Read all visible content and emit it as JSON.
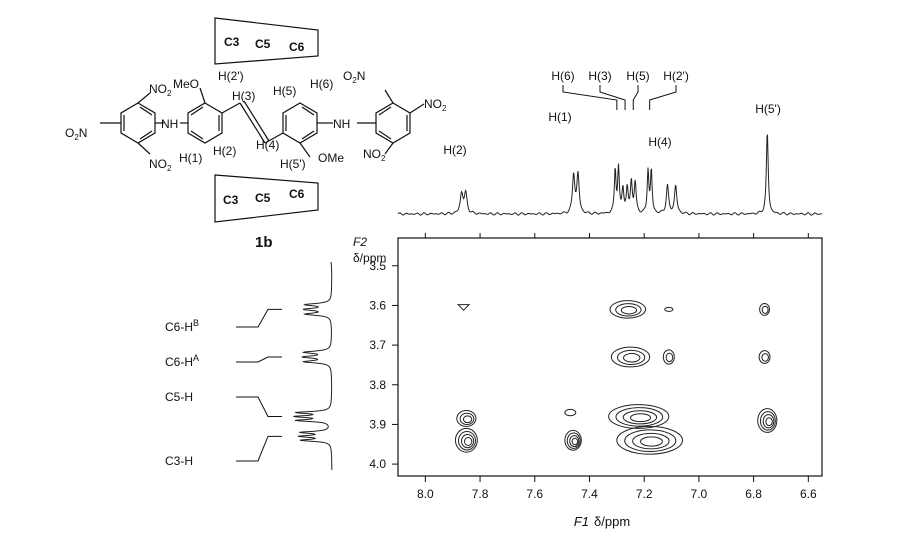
{
  "figure": {
    "compound_label": "1b",
    "chain_labels": {
      "top": [
        "C3",
        "C5",
        "C6"
      ],
      "bottom": [
        "C3",
        "C5",
        "C6"
      ]
    },
    "structure_labels": {
      "no2": "NO",
      "no2_sub": "2",
      "meo": "MeO",
      "ome": "OMe",
      "nh": "NH",
      "h1": "H(1)",
      "h2": "H(2)",
      "h2p": "H(2')",
      "h3": "H(3)",
      "h4": "H(4)",
      "h5": "H(5)",
      "h5p": "H(5')",
      "h6": "H(6)"
    },
    "h1_spectrum_labels": [
      "H(2)",
      "H(1)",
      "H(6)",
      "H(3)",
      "H(5)",
      "H(2')",
      "H(4)",
      "H(5')"
    ],
    "side_labels": {
      "c6hb": "C6-H",
      "c6hb_sup": "B",
      "c6ha": "C6-H",
      "c6ha_sup": "A",
      "c5h": "C5-H",
      "c3h": "C3-H"
    },
    "axis": {
      "x_title_prefix": "F1",
      "x_title_unit": "δ/ppm",
      "y_title_prefix": "F2",
      "y_title_unit": "δ/ppm",
      "x_ticks": [
        "8.0",
        "7.8",
        "7.6",
        "7.4",
        "7.2",
        "7.0",
        "6.8",
        "6.6"
      ],
      "y_ticks": [
        "3.5",
        "3.6",
        "3.7",
        "3.8",
        "3.9",
        "4.0"
      ]
    }
  },
  "chart_data": {
    "type": "contour",
    "x_axis": {
      "label": "F1 δ/ppm",
      "range": [
        8.1,
        6.55
      ],
      "reversed": true,
      "ticks": [
        8.0,
        7.8,
        7.6,
        7.4,
        7.2,
        7.0,
        6.8,
        6.6
      ]
    },
    "y_axis": {
      "label": "F2 δ/ppm",
      "range": [
        3.43,
        4.03
      ],
      "reversed": true,
      "ticks": [
        3.5,
        3.6,
        3.7,
        3.8,
        3.9,
        4.0
      ]
    },
    "h1_peaks_ppm": [
      {
        "label": "H(2)",
        "ppm": 7.86
      },
      {
        "label": "H(1)",
        "ppm": 7.45
      },
      {
        "label": "H(6)",
        "ppm": 7.3
      },
      {
        "label": "H(3)",
        "ppm": 7.27
      },
      {
        "label": "H(5)",
        "ppm": 7.24
      },
      {
        "label": "H(2')",
        "ppm": 7.18
      },
      {
        "label": "H(4)",
        "ppm": 7.1
      },
      {
        "label": "H(5')",
        "ppm": 6.75
      }
    ],
    "side_peaks_ppm": [
      {
        "label": "C6-HB",
        "ppm": 3.61
      },
      {
        "label": "C6-HA",
        "ppm": 3.73
      },
      {
        "label": "C5-H",
        "ppm": 3.88
      },
      {
        "label": "C3-H",
        "ppm": 3.93
      }
    ],
    "cross_peaks": [
      {
        "x": 7.86,
        "y": 3.605,
        "rx": 0.02,
        "ry": 0.007,
        "levels": 1,
        "shape": "triangle"
      },
      {
        "x": 7.85,
        "y": 3.885,
        "rx": 0.035,
        "ry": 0.02,
        "levels": 3
      },
      {
        "x": 7.85,
        "y": 3.94,
        "rx": 0.04,
        "ry": 0.03,
        "levels": 4
      },
      {
        "x": 7.47,
        "y": 3.87,
        "rx": 0.02,
        "ry": 0.008,
        "levels": 1
      },
      {
        "x": 7.46,
        "y": 3.94,
        "rx": 0.03,
        "ry": 0.025,
        "levels": 4
      },
      {
        "x": 7.26,
        "y": 3.61,
        "rx": 0.065,
        "ry": 0.022,
        "levels": 3
      },
      {
        "x": 7.11,
        "y": 3.61,
        "rx": 0.015,
        "ry": 0.005,
        "levels": 1
      },
      {
        "x": 7.25,
        "y": 3.73,
        "rx": 0.07,
        "ry": 0.025,
        "levels": 3
      },
      {
        "x": 7.11,
        "y": 3.73,
        "rx": 0.02,
        "ry": 0.018,
        "levels": 2
      },
      {
        "x": 7.22,
        "y": 3.88,
        "rx": 0.11,
        "ry": 0.03,
        "levels": 4
      },
      {
        "x": 7.18,
        "y": 3.94,
        "rx": 0.12,
        "ry": 0.035,
        "levels": 4
      },
      {
        "x": 6.76,
        "y": 3.61,
        "rx": 0.018,
        "ry": 0.015,
        "levels": 2
      },
      {
        "x": 6.76,
        "y": 3.73,
        "rx": 0.02,
        "ry": 0.016,
        "levels": 2
      },
      {
        "x": 6.75,
        "y": 3.89,
        "rx": 0.035,
        "ry": 0.03,
        "levels": 4
      }
    ]
  }
}
